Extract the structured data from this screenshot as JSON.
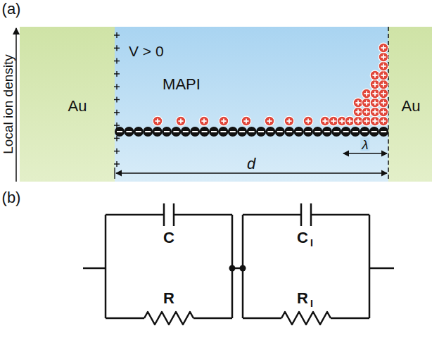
{
  "diagram": {
    "nodes": [
      {
        "text": [
          "Au"
        ]
      },
      {
        "text": [
          "V > 0",
          "MAPI"
        ]
      },
      {
        "text": [
          "Au"
        ]
      }
    ],
    "labels": [
      "(a)",
      "Local ion density",
      "d",
      "λ",
      "(b)",
      "C",
      "R",
      "C",
      "I",
      "R",
      "I"
    ]
  }
}
